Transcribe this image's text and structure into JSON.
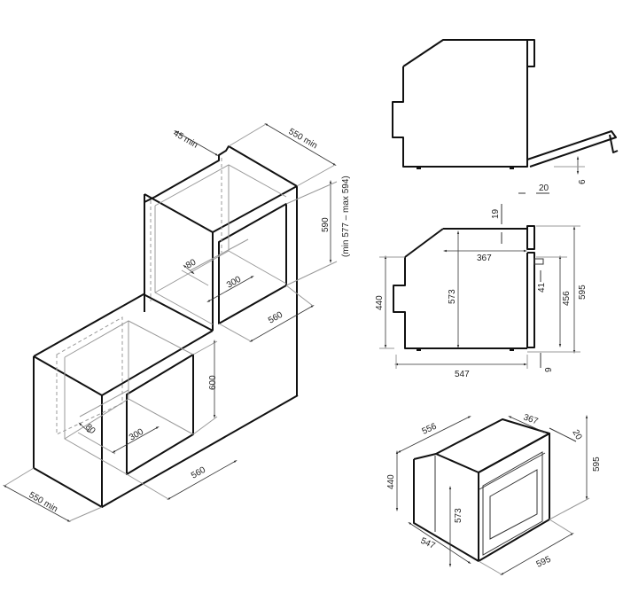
{
  "title": "Built-in oven installation dimensions",
  "cabinet_tall": {
    "labels": {
      "d45": "45 min",
      "d550": "550 min",
      "h590": "590",
      "range": "(min 577 – max 594)",
      "d80": "80",
      "w300": "300",
      "w560": "560"
    }
  },
  "cabinet_under": {
    "labels": {
      "h600": "600",
      "d80": "80",
      "w300": "300",
      "w560": "560",
      "d550": "550 min"
    }
  },
  "side_open": {
    "labels": {
      "d6": "6"
    }
  },
  "side_view": {
    "labels": {
      "d20": "20",
      "d19": "19",
      "d367": "367",
      "h440": "440",
      "h573": "573",
      "d41": "41",
      "h456": "456",
      "h595": "595",
      "d547": "547",
      "d9": "9"
    }
  },
  "iso_view": {
    "labels": {
      "d556": "556",
      "d367": "367",
      "d20": "20",
      "h595": "595",
      "h440": "440",
      "h573": "573",
      "d547": "547",
      "w595": "595"
    }
  }
}
